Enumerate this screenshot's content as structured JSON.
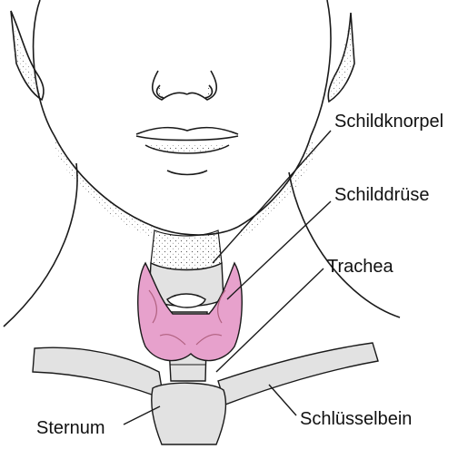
{
  "labels": {
    "thyroid_cartilage": "Schildknorpel",
    "thyroid_gland": "Schilddrüse",
    "trachea": "Trachea",
    "sternum": "Sternum",
    "clavicle": "Schlüsselbein"
  },
  "colors": {
    "thyroid": "#e7a1cc",
    "bone": "#e2e2e2",
    "outline": "#1a1a1a",
    "background": "#ffffff"
  }
}
